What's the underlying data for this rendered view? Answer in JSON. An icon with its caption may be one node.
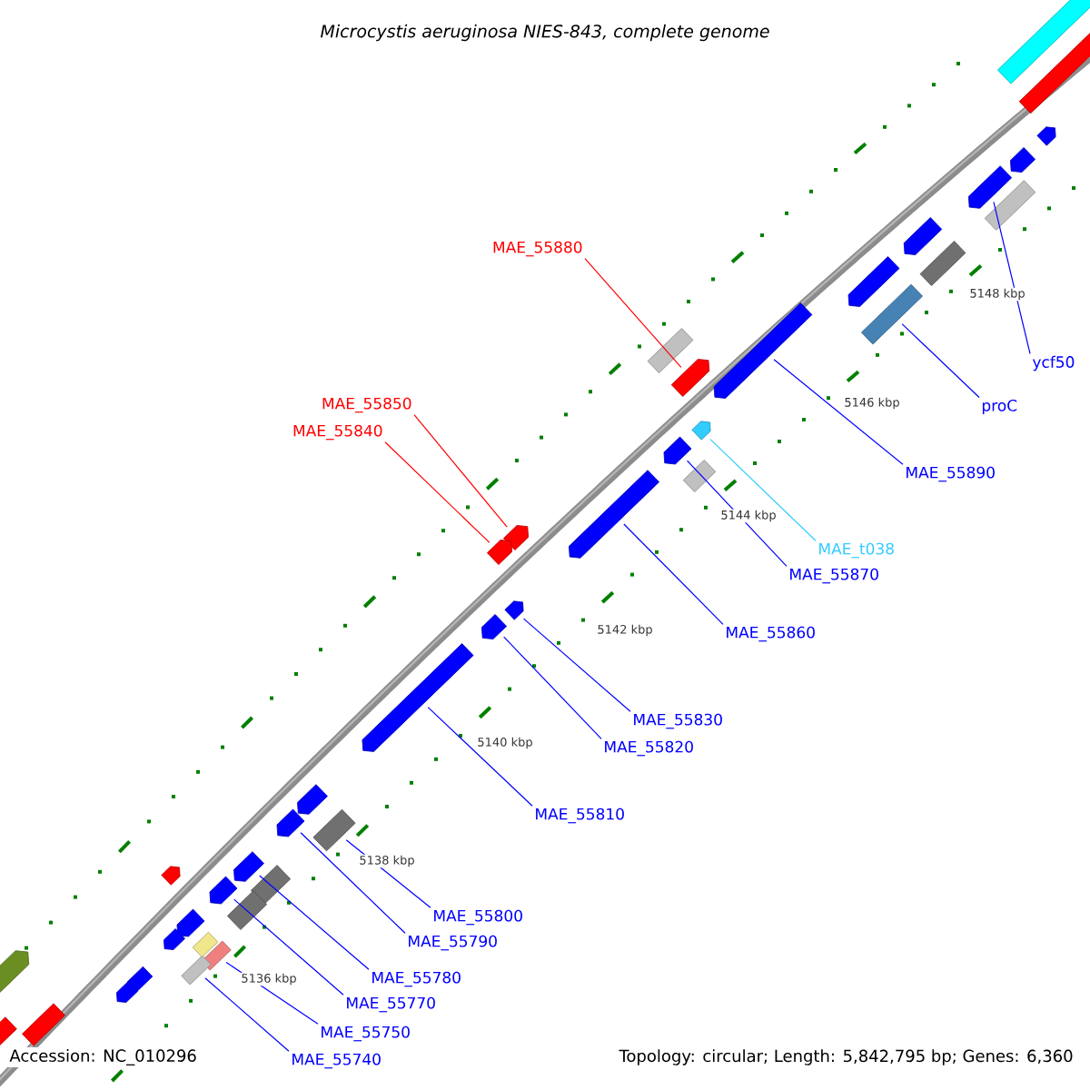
{
  "diagram": {
    "title": "Microcystis aeruginosa NIES-843, complete genome",
    "nodes": [
      {
        "text": [
          "MAE_55880"
        ]
      },
      {
        "text": [],
        "shape": "arrow"
      },
      {
        "text": [
          "ycf50"
        ]
      },
      {
        "text": [],
        "shape": "arrow"
      },
      {
        "text": [
          "proC"
        ]
      },
      {
        "text": [],
        "shape": "box"
      },
      {
        "text": [
          "MAE_55850"
        ]
      },
      {
        "text": [],
        "shape": "arrow"
      },
      {
        "text": [
          "MAE_55840"
        ]
      },
      {
        "text": [],
        "shape": "arrow"
      },
      {
        "text": [
          "MAE_55890"
        ]
      },
      {
        "text": [],
        "shape": "arrow"
      },
      {
        "text": [
          "MAE_t038"
        ]
      },
      {
        "text": [],
        "shape": "arrow"
      },
      {
        "text": [
          "MAE_55870"
        ]
      },
      {
        "text": [],
        "shape": "arrow"
      },
      {
        "text": [
          "MAE_55860"
        ]
      },
      {
        "text": [],
        "shape": "arrow"
      },
      {
        "text": [
          "MAE_55830"
        ]
      },
      {
        "text": [],
        "shape": "arrow"
      },
      {
        "text": [
          "MAE_55820"
        ]
      },
      {
        "text": [],
        "shape": "arrow"
      },
      {
        "text": [
          "MAE_55810"
        ]
      },
      {
        "text": [],
        "shape": "arrow"
      },
      {
        "text": [
          "MAE_55800"
        ]
      },
      {
        "text": [],
        "shape": "box"
      },
      {
        "text": [
          "MAE_55790"
        ]
      },
      {
        "text": [],
        "shape": "arrow"
      },
      {
        "text": [
          "MAE_55780"
        ]
      },
      {
        "text": [],
        "shape": "arrow"
      },
      {
        "text": [
          "MAE_55770"
        ]
      },
      {
        "text": [],
        "shape": "arrow"
      },
      {
        "text": [
          "MAE_55750"
        ]
      },
      {
        "text": [],
        "shape": "box"
      },
      {
        "text": [
          "MAE_55740"
        ]
      },
      {
        "text": [],
        "shape": "box"
      },
      {
        "text": [],
        "shape": "box"
      },
      {
        "text": [],
        "shape": "box"
      },
      {
        "text": [],
        "shape": "arrow"
      },
      {
        "text": [],
        "shape": "arrow"
      },
      {
        "text": [],
        "shape": "box"
      },
      {
        "text": [],
        "shape": "arrow"
      },
      {
        "text": [],
        "shape": "box"
      },
      {
        "text": [],
        "shape": "arrow"
      },
      {
        "text": [],
        "shape": "box"
      },
      {
        "text": [],
        "shape": "box"
      },
      {
        "text": [],
        "shape": "arrow"
      },
      {
        "text": [],
        "shape": "arrow"
      },
      {
        "text": [],
        "shape": "box"
      },
      {
        "text": [],
        "shape": "box"
      },
      {
        "text": [],
        "shape": "arrow"
      },
      {
        "text": [],
        "shape": "arrow"
      },
      {
        "text": [],
        "shape": "box"
      },
      {
        "text": [],
        "shape": "arrow"
      },
      {
        "text": [],
        "shape": "box"
      },
      {
        "text": [],
        "shape": "arrow"
      },
      {
        "text": [],
        "shape": "box"
      },
      {
        "text": [],
        "shape": "box"
      }
    ],
    "edges": [
      {
        "from": 0,
        "to": 1,
        "arrow": "none",
        "color": "#ff0000"
      },
      {
        "from": 2,
        "to": 3,
        "arrow": "none"
      },
      {
        "from": 4,
        "to": 5,
        "arrow": "none"
      },
      {
        "from": 6,
        "to": 7,
        "arrow": "none",
        "color": "#ff0000"
      },
      {
        "from": 8,
        "to": 9,
        "arrow": "none",
        "color": "#ff0000"
      },
      {
        "from": 10,
        "to": 11,
        "arrow": "none"
      },
      {
        "from": 12,
        "to": 13,
        "arrow": "none",
        "color": "#33ccff"
      },
      {
        "from": 14,
        "to": 15,
        "arrow": "none"
      },
      {
        "from": 16,
        "to": 17,
        "arrow": "none"
      },
      {
        "from": 18,
        "to": 19,
        "arrow": "none"
      },
      {
        "from": 20,
        "to": 21,
        "arrow": "none"
      },
      {
        "from": 22,
        "to": 23,
        "arrow": "none"
      },
      {
        "from": 24,
        "to": 25,
        "arrow": "none"
      },
      {
        "from": 26,
        "to": 27,
        "arrow": "none"
      },
      {
        "from": 28,
        "to": 29,
        "arrow": "none"
      },
      {
        "from": 30,
        "to": 31,
        "arrow": "none"
      },
      {
        "from": 32,
        "to": 33,
        "arrow": "none"
      },
      {
        "from": 34,
        "to": 35,
        "arrow": "none"
      }
    ],
    "labels": [
      "5148 kbp",
      "5146 kbp",
      "5144 kbp",
      "5142 kbp",
      "5140 kbp",
      "5138 kbp",
      "5136 kbp",
      "Accession: NC_010296",
      "Topology: circular; Length: 5,842,795 bp; Genes: 6,360"
    ]
  }
}
